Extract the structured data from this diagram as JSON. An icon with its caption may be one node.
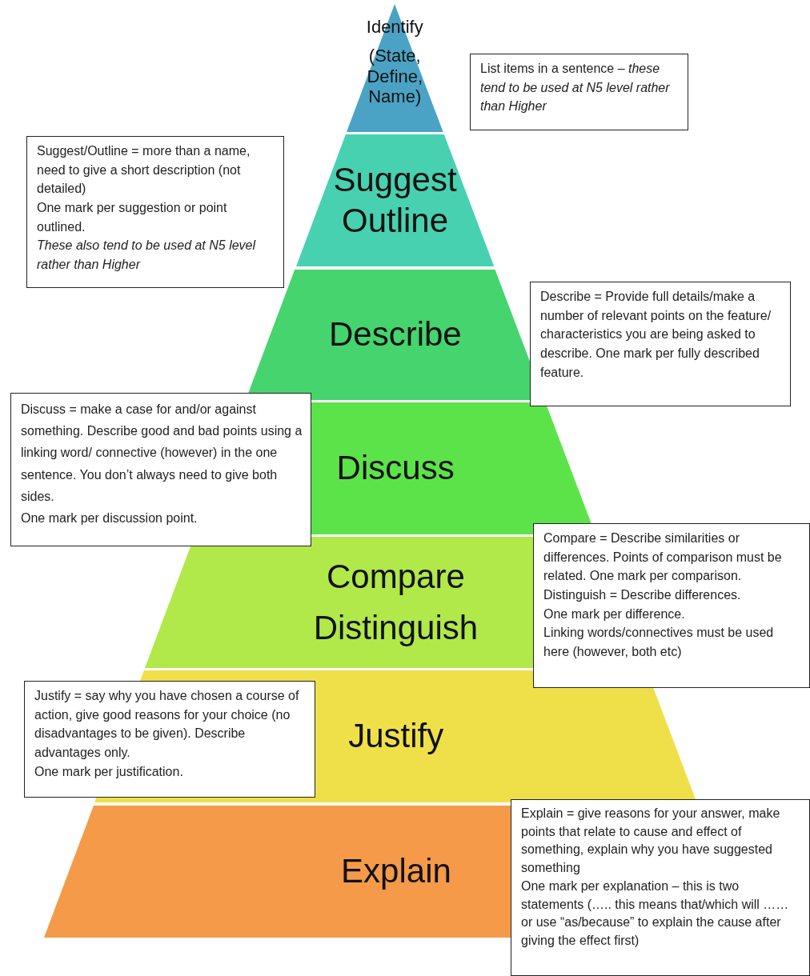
{
  "diagram": {
    "nodes": [
      {
        "text": [
          "Identify",
          "(State, Define, Name)"
        ]
      },
      {
        "text": [
          "List items in a sentence – *these tend to be used at N5 level rather than Higher*"
        ]
      },
      {
        "text": [
          "Suggest",
          "Outline"
        ]
      },
      {
        "text": [
          "Suggest/Outline = more than a name, need to give a short description (not detailed)",
          "One mark per suggestion or point outlined.",
          "*These also tend to be used at N5 level rather than Higher*"
        ]
      },
      {
        "text": [
          "Describe"
        ]
      },
      {
        "text": [
          "Describe = Provide full details/make a number of relevant points on the feature/ characteristics you are being asked to describe.  One mark per fully described feature."
        ]
      },
      {
        "text": [
          "Discuss"
        ]
      },
      {
        "text": [
          "Discuss = make a case for and/or against something.  Describe good and bad points using a linking word/ connective (however) in the one sentence.  You don’t always need to give both sides.",
          "One mark per discussion point."
        ]
      },
      {
        "text": [
          "Compare",
          "Distinguish"
        ]
      },
      {
        "text": [
          "Compare = Describe similarities or differences.  Points of comparison must be related.  One mark per comparison.",
          "Distinguish = Describe differences.",
          "One mark per difference.",
          "Linking words/connectives must be used here (however, both etc)"
        ]
      },
      {
        "text": [
          "Justify"
        ]
      },
      {
        "text": [
          "Justify = say why you have chosen a course of action, give good reasons for your choice (no disadvantages to be given).  Describe advantages only.",
          "One mark per justification."
        ]
      },
      {
        "text": [
          "Explain"
        ]
      },
      {
        "text": [
          "Explain = give reasons for your answer, make points that relate to cause and effect of something, explain why you have suggested something",
          "One mark per explanation – this is two statements (….. this means that/which will …… or use “as/because” to explain the cause after giving the effect first)"
        ]
      }
    ]
  }
}
